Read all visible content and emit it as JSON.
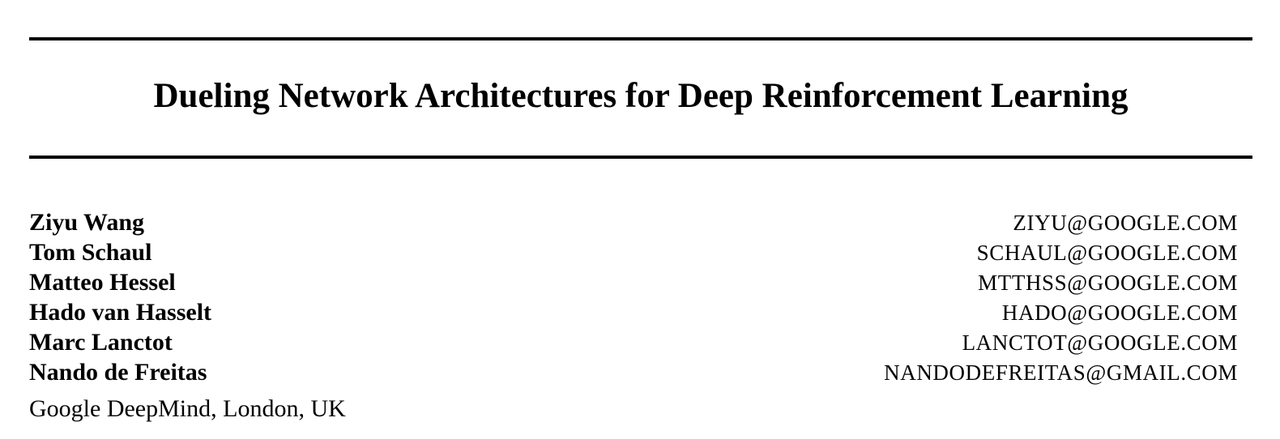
{
  "paper": {
    "title": "Dueling Network Architectures for Deep Reinforcement Learning",
    "authors": [
      {
        "name": "Ziyu Wang",
        "email": "ZIYU@GOOGLE.COM"
      },
      {
        "name": "Tom Schaul",
        "email": "SCHAUL@GOOGLE.COM"
      },
      {
        "name": "Matteo Hessel",
        "email": "MTTHSS@GOOGLE.COM"
      },
      {
        "name": "Hado van Hasselt",
        "email": "HADO@GOOGLE.COM"
      },
      {
        "name": "Marc Lanctot",
        "email": "LANCTOT@GOOGLE.COM"
      },
      {
        "name": "Nando de Freitas",
        "email": "NANDODEFREITAS@GMAIL.COM"
      }
    ],
    "affiliation": "Google DeepMind, London, UK"
  },
  "colors": {
    "text": "#000000",
    "background": "#ffffff",
    "rule": "#000000"
  }
}
